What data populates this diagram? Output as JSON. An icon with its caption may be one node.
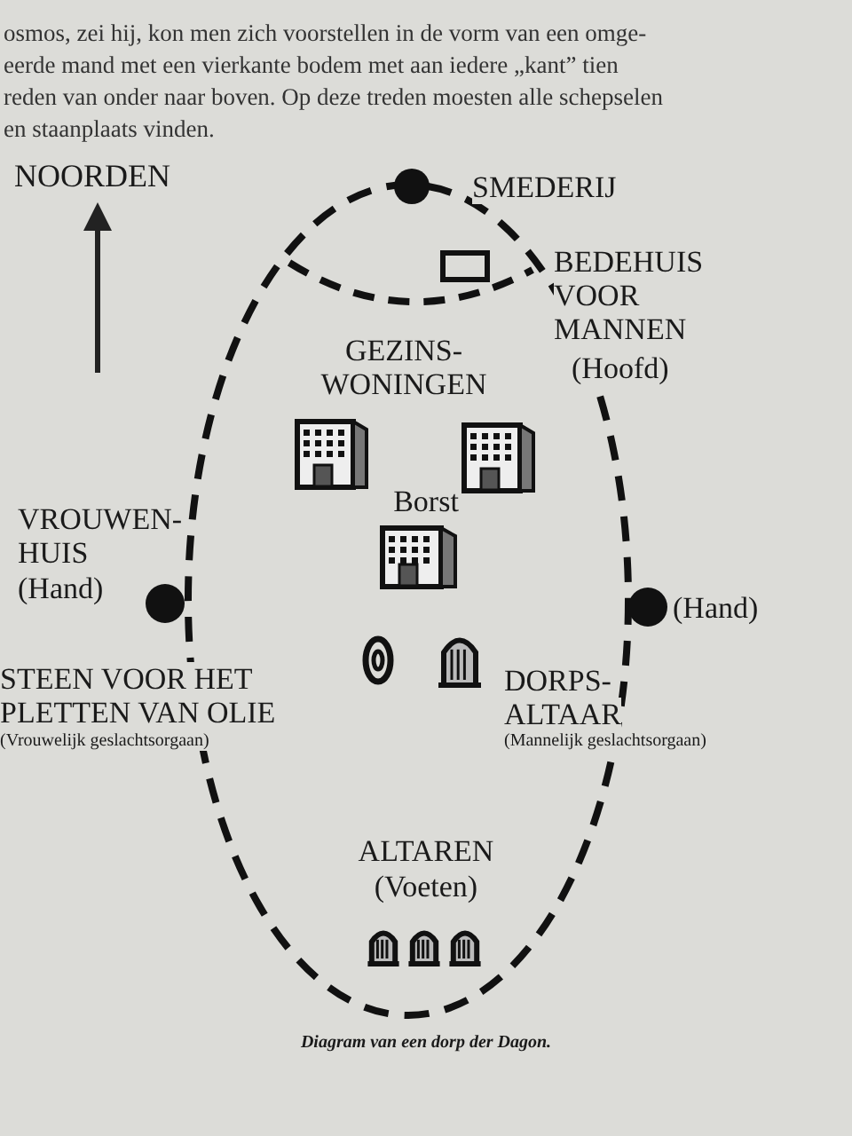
{
  "diagram": {
    "caption": "Diagram van een dorp der Dagon.",
    "nodes": [
      {
        "text": [],
        "shape": "circle",
        "beside": [
          "SMEDERIJ"
        ]
      },
      {
        "text": [],
        "shape": "box",
        "beside": [
          "BEDEHUIS VOOR MANNEN",
          "(Hoofd)"
        ]
      },
      {
        "text": [],
        "shape": "picture"
      },
      {
        "text": [],
        "shape": "picture"
      },
      {
        "text": [],
        "shape": "picture",
        "beside": [
          "Borst"
        ]
      },
      {
        "text": [],
        "shape": "circle",
        "beside": [
          "VROUWEN- HUIS",
          "(Hand)"
        ]
      },
      {
        "text": [],
        "shape": "circle",
        "beside": [
          "(Hand)"
        ]
      },
      {
        "text": [],
        "shape": "picture",
        "beside": [
          "STEEN VOOR HET PLETTEN VAN OLIE",
          "(Vrouwelijk geslachtsorgaan)"
        ]
      },
      {
        "text": [],
        "shape": "picture",
        "beside": [
          "DORPS- ALTAAR",
          "(Mannelijk geslachtsorgaan)"
        ]
      },
      {
        "text": [],
        "shape": "picture"
      },
      {
        "text": [],
        "shape": "picture",
        "beside": [
          "ALTAREN",
          "(Voeten)"
        ]
      },
      {
        "text": [],
        "shape": "picture"
      }
    ],
    "labels": [
      "osmos, zei hij, kon men zich voorstellen in de vorm van een omge-",
      "eerde mand met een vierkante bodem met aan iedere „kant” tien",
      "reden van onder naar boven. Op deze treden moesten alle schepselen",
      "en staanplaats vinden.",
      "NOORDEN",
      "GEZINS- WONINGEN"
    ]
  }
}
